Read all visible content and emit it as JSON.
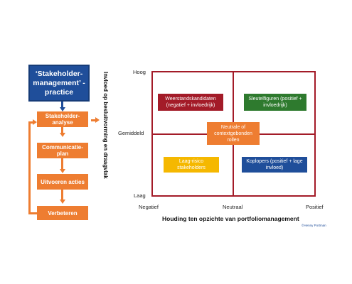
{
  "flow": {
    "title": "‘Stakeholder-management’ -practice",
    "steps": [
      "Stakeholder-analyse",
      "Communicatie-plan",
      "Uitvoeren acties",
      "Verbeteren"
    ]
  },
  "matrix": {
    "y_axis_label": "Invloed op besluitvorming en draagvlak",
    "x_axis_label": "Houding ten opzichte van portfoliomanagement",
    "y_ticks": [
      "Hoog",
      "Gemiddeld",
      "Laag"
    ],
    "x_ticks": [
      "Negatief",
      "Neutraal",
      "Positief"
    ],
    "quadrants": {
      "top_left": "Weerstandskandidaten (negatief + invloedrijk)",
      "top_right": "Sleutelfiguren (positief + invloedrijk)",
      "center": "Neutrale of contextgebonden rollen",
      "bottom_left": "Laag-risico stakeholders",
      "bottom_right": "Koplopers (positief + lage invloed)"
    },
    "credit": "©Henny Portman"
  },
  "colors": {
    "blue": "#1f4e9a",
    "orange": "#ee7d31",
    "dark_red": "#a31b28",
    "green": "#2e7a2e",
    "yellow": "#f5b800"
  }
}
